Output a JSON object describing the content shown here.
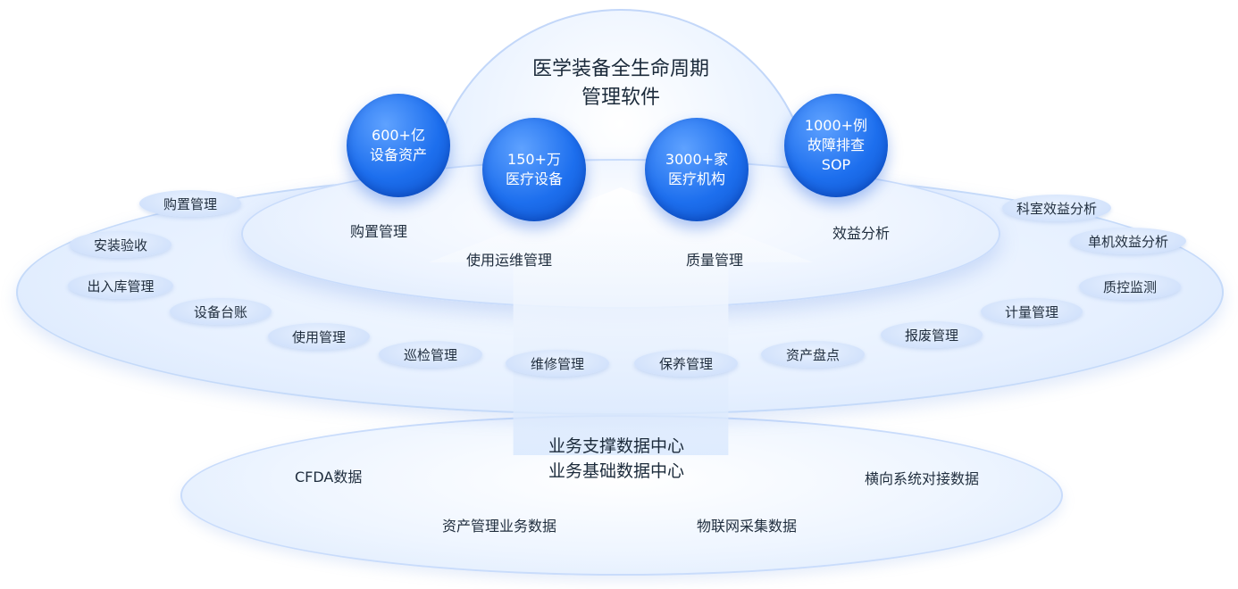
{
  "diagram": {
    "title_line1": "医学装备全生命周期",
    "title_line2": "管理软件",
    "stats": [
      {
        "line1": "600+亿",
        "line2": "设备资产"
      },
      {
        "line1": "150+万",
        "line2": "医疗设备"
      },
      {
        "line1": "3000+家",
        "line2": "医疗机构"
      },
      {
        "line1": "1000+例",
        "line2": "故障排查",
        "line3": "SOP"
      }
    ],
    "top_layer": [
      "购置管理",
      "使用运维管理",
      "质量管理",
      "效益分析"
    ],
    "middle_layer": [
      "购置管理",
      "安装验收",
      "出入库管理",
      "设备台账",
      "使用管理",
      "巡检管理",
      "维修管理",
      "保养管理",
      "资产盘点",
      "报废管理",
      "计量管理",
      "质控监测",
      "单机效益分析",
      "科室效益分析"
    ],
    "bottom_layer": {
      "center_line1": "业务支撑数据中心",
      "center_line2": "业务基础数据中心",
      "items": [
        "CFDA数据",
        "资产管理业务数据",
        "物联网采集数据",
        "横向系统对接数据"
      ]
    }
  }
}
